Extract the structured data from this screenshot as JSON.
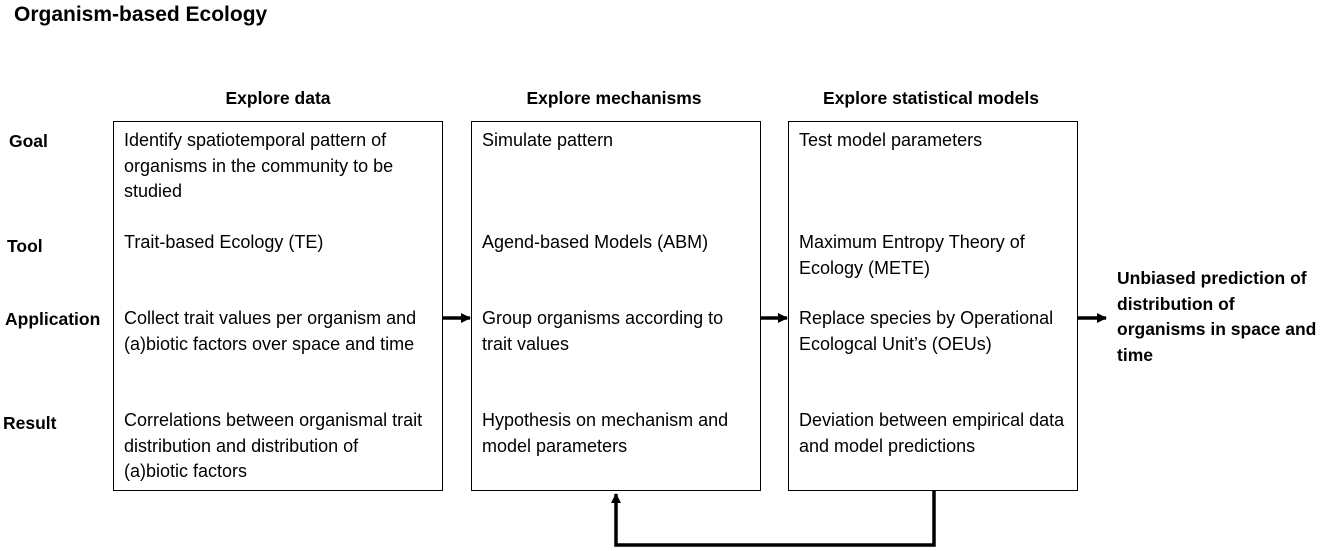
{
  "title": "Organism-based Ecology",
  "columns": [
    {
      "heading": "Explore data",
      "goal": "Identify spatiotemporal pattern of organisms in the community to be studied",
      "tool": "Trait-based Ecology (TE)",
      "application": "Collect trait values per organism and (a)biotic factors over space and time",
      "result": "Correlations between organismal trait distribution and distribution of (a)biotic factors"
    },
    {
      "heading": "Explore mechanisms",
      "goal": "Simulate pattern",
      "tool": "Agend-based Models (ABM)",
      "application": "Group organisms according to trait values",
      "result": "Hypothesis on mechanism and model parameters"
    },
    {
      "heading": "Explore statistical models",
      "goal": "Test model parameters",
      "tool": "Maximum Entropy Theory of Ecology (METE)",
      "application": "Replace species by Operational Ecologcal Unit’s (OEUs)",
      "result": "Deviation between empirical data and model predictions"
    }
  ],
  "row_labels": {
    "goal": "Goal",
    "tool": "Tool",
    "application": "Application",
    "result": "Result"
  },
  "outcome": "Unbiased prediction of distribution of organisms in space and time"
}
